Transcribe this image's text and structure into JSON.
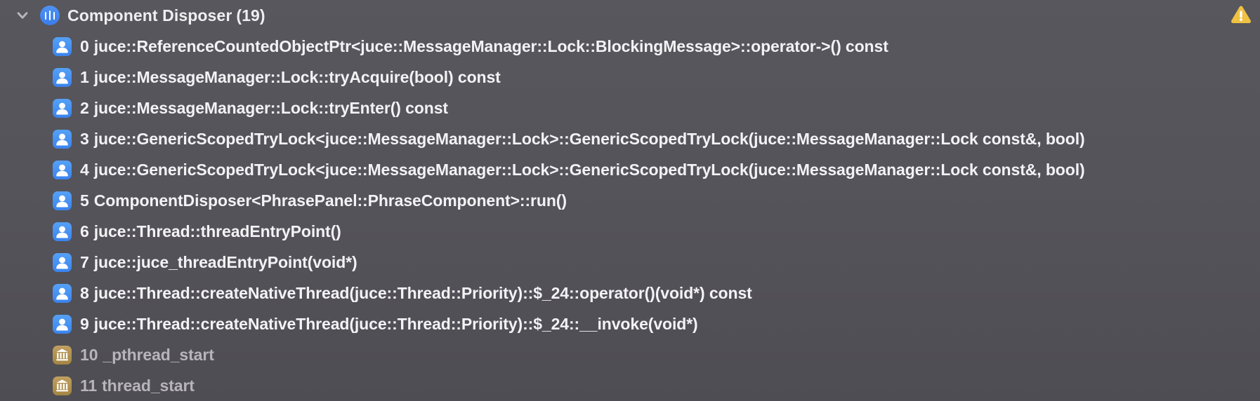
{
  "colors": {
    "background_top": "#57575d",
    "background_bottom": "#4e4d53",
    "accent_blue": "#3f8cf3",
    "system_badge_tan": "#ad8c4e",
    "warning_yellow": "#efc243",
    "frame_text": "#f3f2f5",
    "system_frame_text": "#b7b5b9"
  },
  "thread": {
    "title": "Component Disposer",
    "count": "(19)",
    "disclosure_icon": "chevron-down",
    "thread_icon": "thread-lines-circle",
    "warning_icon": "warning-triangle"
  },
  "frames": [
    {
      "index": "0",
      "name": "juce::ReferenceCountedObjectPtr<juce::MessageManager::Lock::BlockingMessage>::operator->() const",
      "kind": "user",
      "icon": "person"
    },
    {
      "index": "1",
      "name": "juce::MessageManager::Lock::tryAcquire(bool) const",
      "kind": "user",
      "icon": "person"
    },
    {
      "index": "2",
      "name": "juce::MessageManager::Lock::tryEnter() const",
      "kind": "user",
      "icon": "person"
    },
    {
      "index": "3",
      "name": "juce::GenericScopedTryLock<juce::MessageManager::Lock>::GenericScopedTryLock(juce::MessageManager::Lock const&, bool)",
      "kind": "user",
      "icon": "person"
    },
    {
      "index": "4",
      "name": "juce::GenericScopedTryLock<juce::MessageManager::Lock>::GenericScopedTryLock(juce::MessageManager::Lock const&, bool)",
      "kind": "user",
      "icon": "person"
    },
    {
      "index": "5",
      "name": "ComponentDisposer<PhrasePanel::PhraseComponent>::run()",
      "kind": "user",
      "icon": "person"
    },
    {
      "index": "6",
      "name": "juce::Thread::threadEntryPoint()",
      "kind": "user",
      "icon": "person"
    },
    {
      "index": "7",
      "name": "juce::juce_threadEntryPoint(void*)",
      "kind": "user",
      "icon": "person"
    },
    {
      "index": "8",
      "name": "juce::Thread::createNativeThread(juce::Thread::Priority)::$_24::operator()(void*) const",
      "kind": "user",
      "icon": "person"
    },
    {
      "index": "9",
      "name": "juce::Thread::createNativeThread(juce::Thread::Priority)::$_24::__invoke(void*)",
      "kind": "user",
      "icon": "person"
    },
    {
      "index": "10",
      "name": "_pthread_start",
      "kind": "system",
      "icon": "bank"
    },
    {
      "index": "11",
      "name": "thread_start",
      "kind": "system",
      "icon": "bank"
    }
  ]
}
